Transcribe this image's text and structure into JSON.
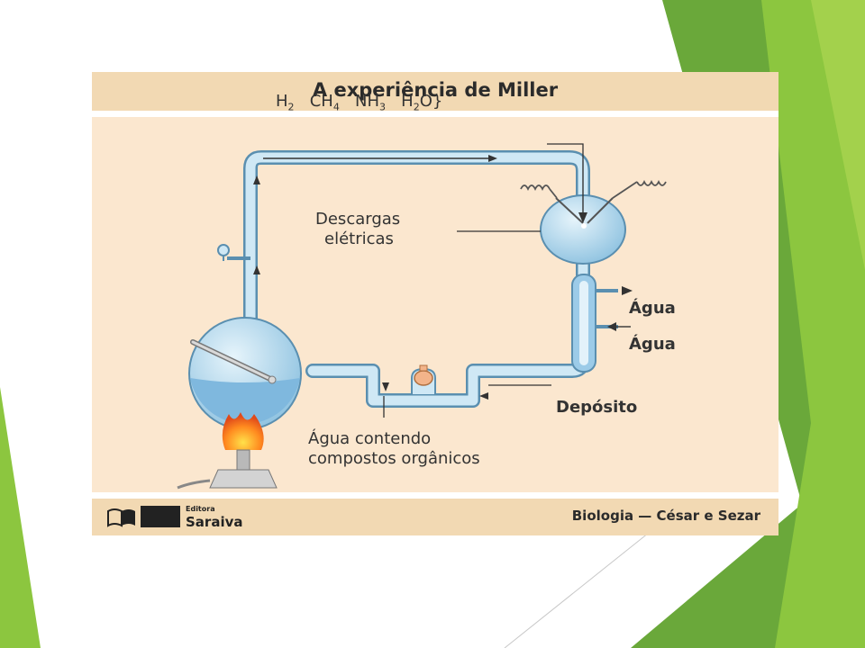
{
  "figure": {
    "title": "A experiência de Miller",
    "gases": [
      {
        "base": "H",
        "sub": "2"
      },
      {
        "base": "CH",
        "sub": "4"
      },
      {
        "base": "NH",
        "sub": "3"
      },
      {
        "base": "H",
        "sub": "2",
        "tail": "O"
      }
    ],
    "brace": "}",
    "labels": {
      "discharges_line1": "Descargas",
      "discharges_line2": "elétricas",
      "water_out": "Água",
      "water_in": "Água",
      "deposit": "Depósito",
      "organic_line1": "Água contendo",
      "organic_line2": "compostos orgânicos"
    },
    "footer": {
      "publisher_small": "Editora",
      "publisher_name": "Saraiva",
      "credit": "Biologia — César e Sezar"
    }
  },
  "colors": {
    "slide_green_dark": "#5a9a2f",
    "slide_green_light": "#8cc63f",
    "figure_bg": "#fbe7cf",
    "header_bg": "#f2d9b3",
    "tube": "#bfe0f2",
    "tube_edge": "#5a8fb0",
    "water": "#9ccbe8"
  }
}
